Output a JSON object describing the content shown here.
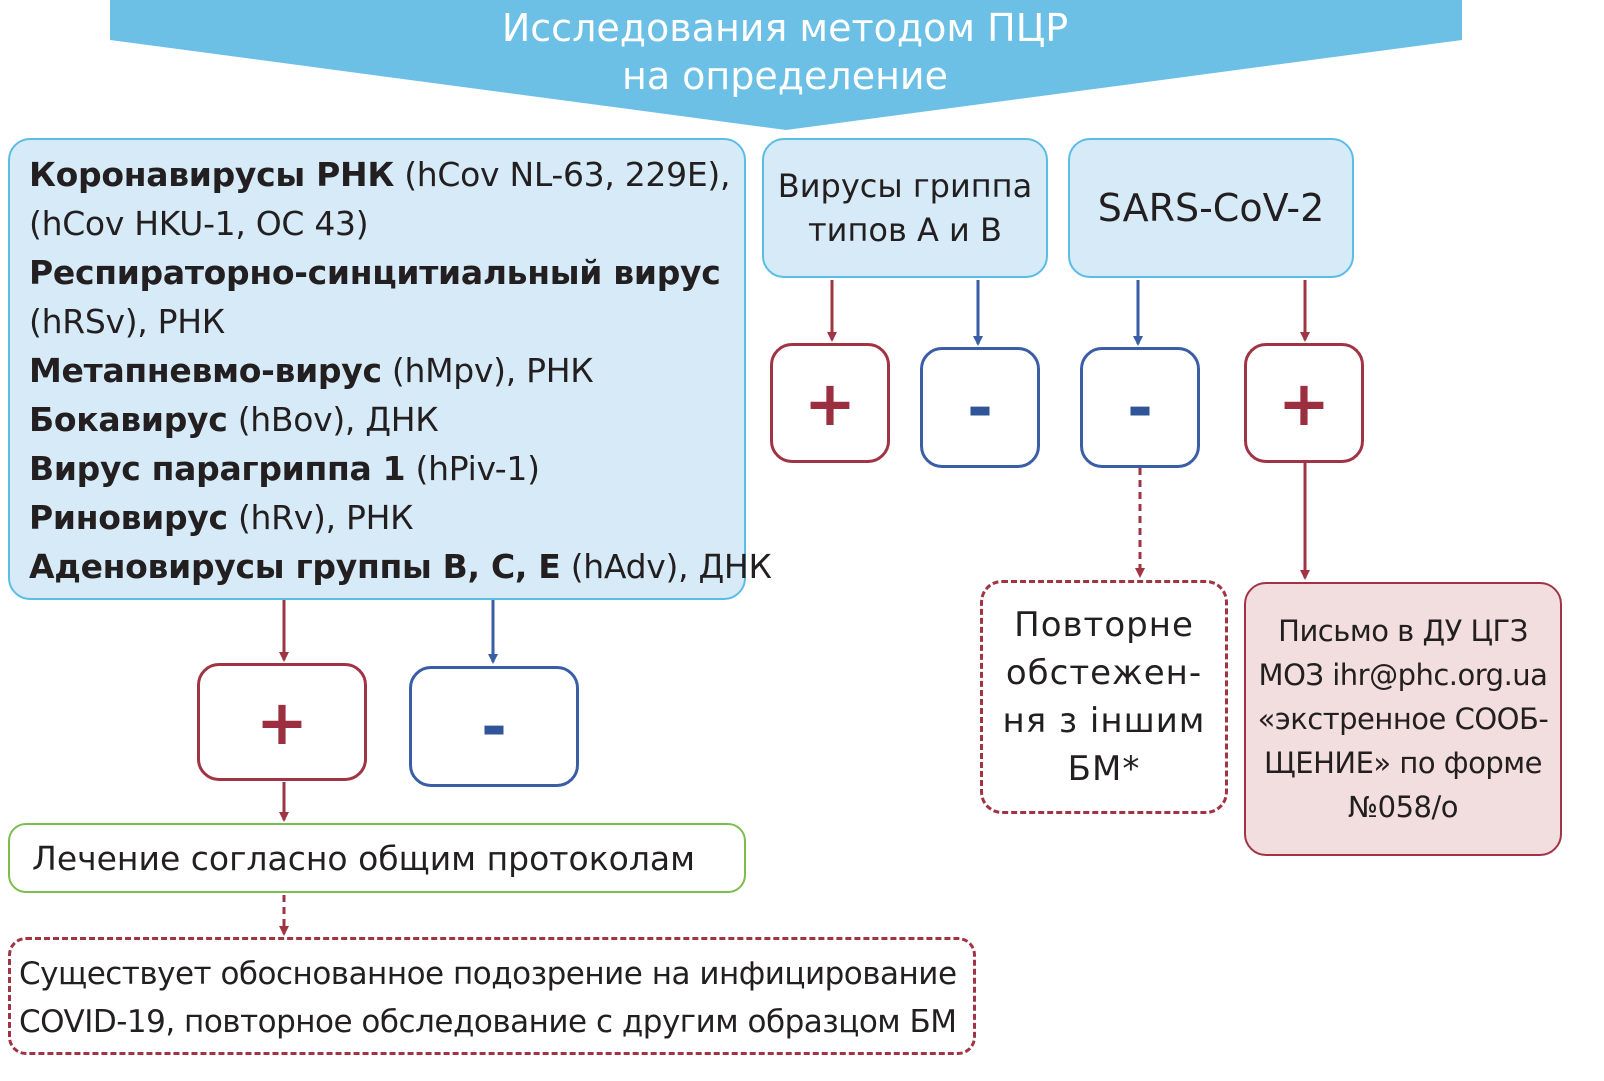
{
  "header": {
    "line1": "Исследования методом ПЦР",
    "line2": "на определение"
  },
  "virus_list": [
    {
      "bold": "Коронавирусы РНК",
      "detail": " (hCov NL-63, 229E),"
    },
    {
      "bold": "",
      "detail": "(hCov HKU-1, OC 43)"
    },
    {
      "bold": "Респираторно-синцитиальный вирус",
      "detail": ""
    },
    {
      "bold": "",
      "detail": "(hRSv), РНК"
    },
    {
      "bold": "Метапневмо-вирус",
      "detail": " (hMpv), РНК"
    },
    {
      "bold": "Бокавирус",
      "detail": " (hBov), ДНК"
    },
    {
      "bold": "Вирус парагриппа 1",
      "detail": " (hPiv-1)"
    },
    {
      "bold": "Риновирус",
      "detail": " (hRv), РНК"
    },
    {
      "bold": "Аденовирусы группы B, C, E",
      "detail": " (hAdv), ДНК"
    }
  ],
  "influenza": {
    "line1": "Вирусы гриппа",
    "line2": "типов А и В"
  },
  "sars": {
    "label": "SARS-CoV-2"
  },
  "signs": {
    "plus": "+",
    "minus": "-"
  },
  "treatment": {
    "label": "Лечение согласно общим протоколам"
  },
  "suspicion": {
    "line1": "Существует обоснованное подозрение на инфицирование",
    "line2": "COVID-19, повторное обследование с другим образцом БМ"
  },
  "repeat_exam": {
    "lines": [
      "Повторне",
      "обстежен-",
      "ня з іншим",
      "БМ*"
    ]
  },
  "letter": {
    "lines": [
      "Письмо в ДУ ЦГЗ",
      "МОЗ ihr@phc.org.ua",
      "«экстренное СООБ-",
      "ЩЕНИЕ» по форме",
      "№058/о"
    ]
  },
  "colors": {
    "header_blue": "#6cc0e5",
    "box_blue_fill": "#d6ebf7",
    "box_blue_border": "#5bbde4",
    "positive_red": "#a03444",
    "negative_blue": "#3a5ea6",
    "treatment_green": "#7dbd4f",
    "letter_fill": "#f2dedf"
  }
}
